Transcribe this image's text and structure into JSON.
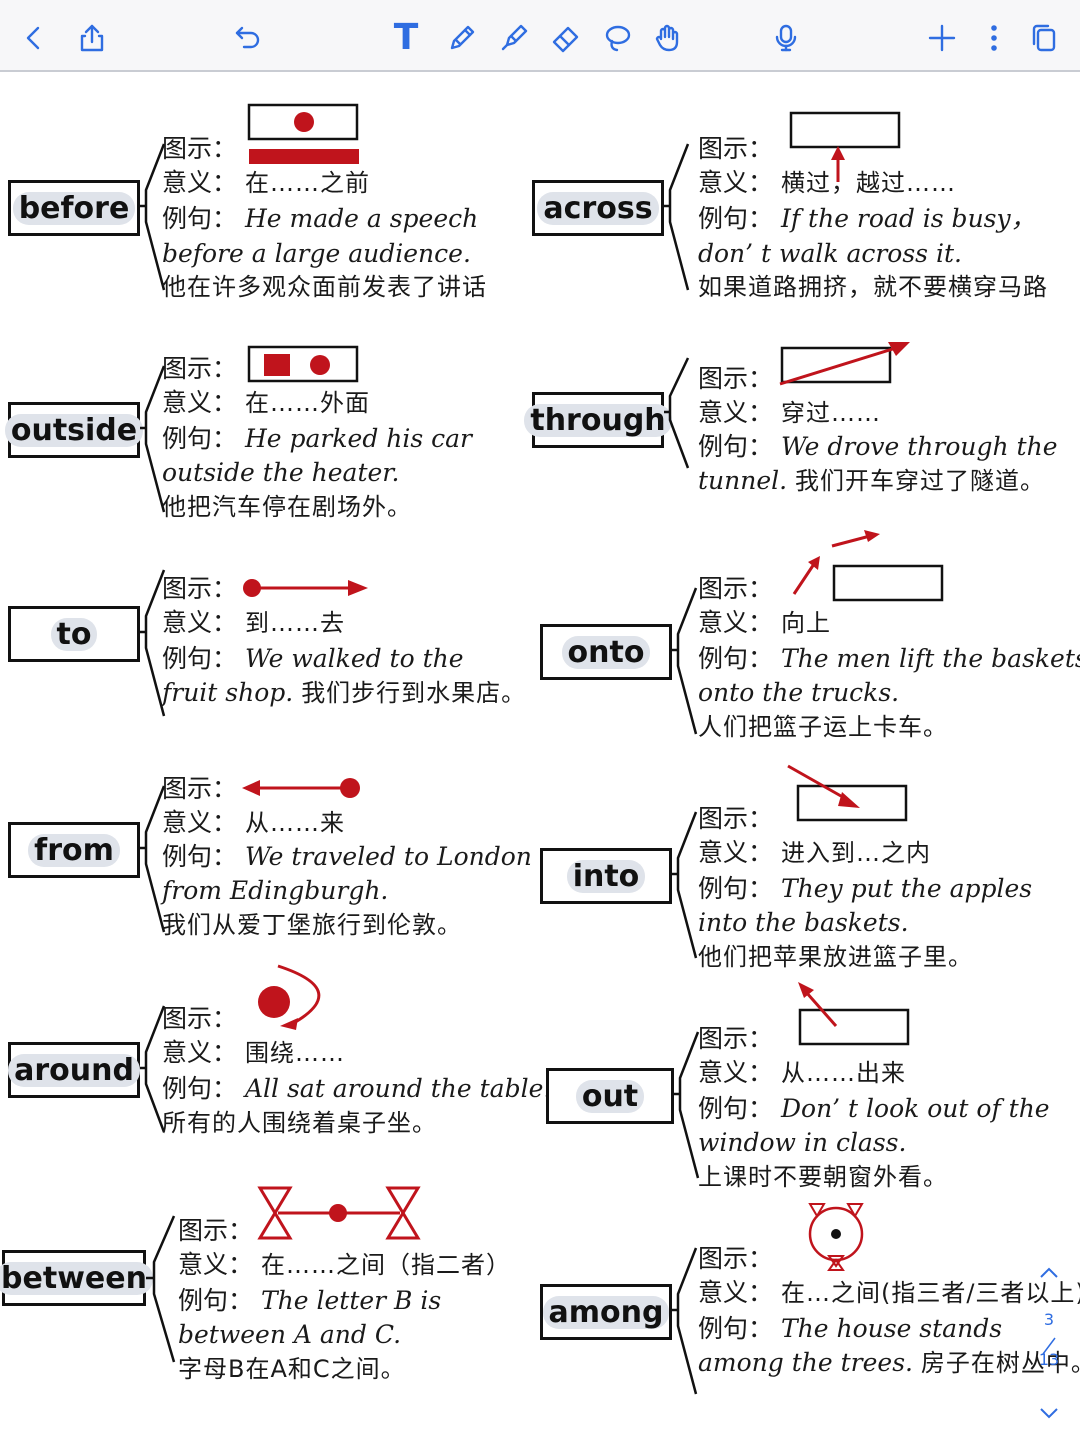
{
  "toolbar": {
    "icons": [
      "back-icon",
      "share-icon",
      "undo-icon",
      "text-tool-icon",
      "pen-tool-icon",
      "highlighter-icon",
      "eraser-icon",
      "lasso-icon",
      "hand-icon",
      "microphone-icon",
      "add-icon",
      "more-icon",
      "pages-icon"
    ],
    "text_tool_glyph": "T"
  },
  "labels": {
    "diagram": "图示：",
    "meaning": "意义：",
    "example": "例句："
  },
  "colors": {
    "accent": "#2f6de1",
    "ink": "#1a1a1a",
    "red": "#c0141c",
    "highlight": "#dfe3ea"
  },
  "entries": [
    {
      "word": "before",
      "meaning": "在……之前",
      "example_en1": "He made a speech",
      "example_en2": "before a large audience.",
      "example_cn": "他在许多观众面前发表了讲话"
    },
    {
      "word": "across",
      "meaning": "横过，越过……",
      "example_en1": "If the road is busy，",
      "example_en2": "don’ t walk across it.",
      "example_cn": "如果道路拥挤，就不要横穿马路"
    },
    {
      "word": "outside",
      "meaning": "在……外面",
      "example_en1": "He parked his car",
      "example_en2": "outside the heater.",
      "example_cn": "他把汽车停在剧场外。"
    },
    {
      "word": "through",
      "meaning": "穿过……",
      "example_en1": "We drove through the",
      "example_en2": "tunnel.",
      "example_cn": "我们开车穿过了隧道。"
    },
    {
      "word": "to",
      "meaning": "到……去",
      "example_en1": "We walked to the",
      "example_en2": "fruit  shop.",
      "example_cn": "我们步行到水果店。"
    },
    {
      "word": "onto",
      "meaning": "向上",
      "example_en1": "The men lift the baskets",
      "example_en2": "onto the trucks.",
      "example_cn": "人们把篮子运上卡车。"
    },
    {
      "word": "from",
      "meaning": "从……来",
      "example_en1": "We traveled to London",
      "example_en2": "from Edingburgh.",
      "example_cn": "我们从爱丁堡旅行到伦敦。"
    },
    {
      "word": "into",
      "meaning": "进入到…之内",
      "example_en1": "They put the apples",
      "example_en2": "into   the    baskets.",
      "example_cn": "他们把苹果放进篮子里。"
    },
    {
      "word": "around",
      "meaning": "围绕……",
      "example_en1": "All sat around the table.",
      "example_en2": "",
      "example_cn": "所有的人围绕着桌子坐。"
    },
    {
      "word": "out",
      "meaning": "从……出来",
      "example_en1": "Don’ t look out of the",
      "example_en2": "window   in class.",
      "example_cn": "上课时不要朝窗外看。"
    },
    {
      "word": "between",
      "meaning": "在……之间（指二者）",
      "example_en1": "The letter B is",
      "example_en2": "between A and C.",
      "example_cn": "字母B在A和C之间。"
    },
    {
      "word": "among",
      "meaning": "在…之间(指三者/三者以上)",
      "example_en1": "The house stands",
      "example_en2": "among the trees.",
      "example_cn": "房子在树丛中。"
    }
  ],
  "page_scroll": {
    "current": "3",
    "total": "13"
  }
}
